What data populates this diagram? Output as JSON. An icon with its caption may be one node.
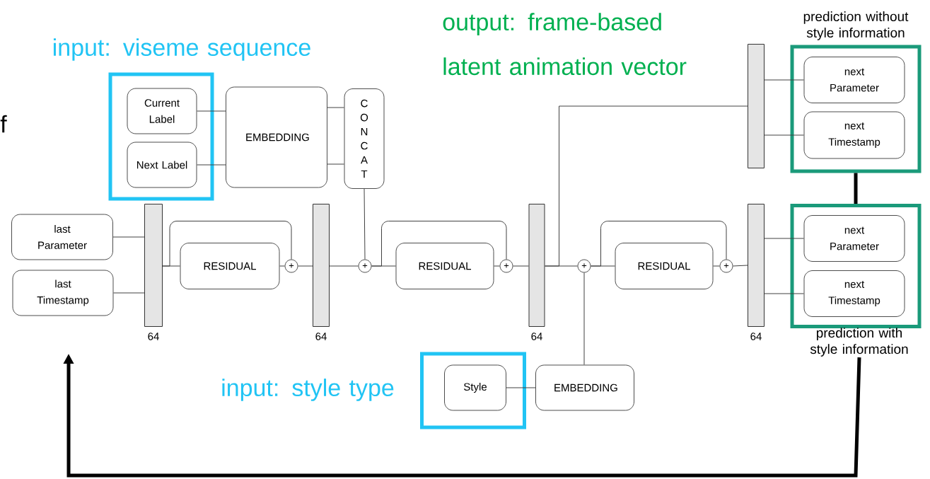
{
  "diagram": {
    "nodes": [
      {
        "text": [
          "input: viseme sequence"
        ]
      },
      {
        "text": [
          "Current Label"
        ],
        "in": 0
      },
      {
        "text": [
          "Next Label"
        ],
        "in": 0
      },
      {
        "text": [
          "EMBEDDING"
        ]
      },
      {
        "text": [
          "C O N C A T"
        ]
      },
      {
        "text": [
          "last Parameter"
        ]
      },
      {
        "text": [
          "last Timestamp"
        ]
      },
      {
        "text": [],
        "shape": "bar",
        "beside": [
          "64"
        ]
      },
      {
        "text": [
          "RESIDUAL"
        ]
      },
      {
        "text": [
          "+"
        ]
      },
      {
        "text": [],
        "shape": "bar",
        "beside": [
          "64"
        ]
      },
      {
        "text": [
          "+"
        ]
      },
      {
        "text": [
          "RESIDUAL"
        ]
      },
      {
        "text": [
          "+"
        ]
      },
      {
        "text": [],
        "shape": "bar",
        "beside": [
          "64"
        ]
      },
      {
        "text": [
          "+"
        ]
      },
      {
        "text": [
          "RESIDUAL"
        ]
      },
      {
        "text": [
          "+"
        ]
      },
      {
        "text": [],
        "shape": "bar",
        "beside": [
          "64"
        ]
      },
      {
        "text": [
          "prediction without style information"
        ]
      },
      {
        "text": [
          "next Parameter"
        ],
        "in": 19
      },
      {
        "text": [
          "next Timestamp"
        ],
        "in": 19
      },
      {
        "text": [
          "prediction with style information"
        ]
      },
      {
        "text": [
          "next Parameter"
        ],
        "in": 22
      },
      {
        "text": [
          "next Timestamp"
        ],
        "in": 22
      },
      {
        "text": [],
        "shape": "bar"
      },
      {
        "text": [
          "input: style type"
        ]
      },
      {
        "text": [
          "Style"
        ],
        "in": 26
      },
      {
        "text": [
          "EMBEDDING"
        ]
      }
    ],
    "edges": [
      {
        "from": 1,
        "to": 3,
        "arrow": "none"
      },
      {
        "from": 2,
        "to": 3,
        "arrow": "none"
      },
      {
        "from": 3,
        "to": 4,
        "arrow": "none"
      },
      {
        "from": 3,
        "to": 4,
        "arrow": "none"
      },
      {
        "from": 4,
        "to": 11,
        "arrow": "none"
      },
      {
        "from": 5,
        "to": 7,
        "arrow": "none"
      },
      {
        "from": 6,
        "to": 7,
        "arrow": "none"
      },
      {
        "from": 7,
        "to": 8,
        "arrow": "none"
      },
      {
        "from": 7,
        "to": 9,
        "arrow": "none"
      },
      {
        "from": 8,
        "to": 9,
        "arrow": "none"
      },
      {
        "from": 9,
        "to": 10,
        "arrow": "none"
      },
      {
        "from": 10,
        "to": 11,
        "arrow": "none"
      },
      {
        "from": 11,
        "to": 12,
        "arrow": "none"
      },
      {
        "from": 11,
        "to": 13,
        "arrow": "none"
      },
      {
        "from": 12,
        "to": 13,
        "arrow": "none"
      },
      {
        "from": 13,
        "to": 14,
        "arrow": "none"
      },
      {
        "from": 14,
        "to": 15,
        "arrow": "none"
      },
      {
        "from": 14,
        "to": 25,
        "arrow": "none"
      },
      {
        "from": 25,
        "to": 20,
        "arrow": "none"
      },
      {
        "from": 25,
        "to": 21,
        "arrow": "none"
      },
      {
        "from": 15,
        "to": 16,
        "arrow": "none"
      },
      {
        "from": 15,
        "to": 17,
        "arrow": "none"
      },
      {
        "from": 16,
        "to": 17,
        "arrow": "none"
      },
      {
        "from": 17,
        "to": 18,
        "arrow": "none"
      },
      {
        "from": 18,
        "to": 23,
        "arrow": "none"
      },
      {
        "from": 18,
        "to": 24,
        "arrow": "none"
      },
      {
        "from": 27,
        "to": 28,
        "arrow": "none"
      },
      {
        "from": 28,
        "to": 15,
        "arrow": "none"
      },
      {
        "from": 19,
        "to": 22,
        "arrow": "none",
        "style": "thick",
        "color": "#000000"
      },
      {
        "from": 22,
        "to": null,
        "arrow": "to",
        "style": "thick",
        "color": "#000000"
      }
    ],
    "labels": [
      "f",
      "output: frame-based latent animation vector"
    ]
  }
}
